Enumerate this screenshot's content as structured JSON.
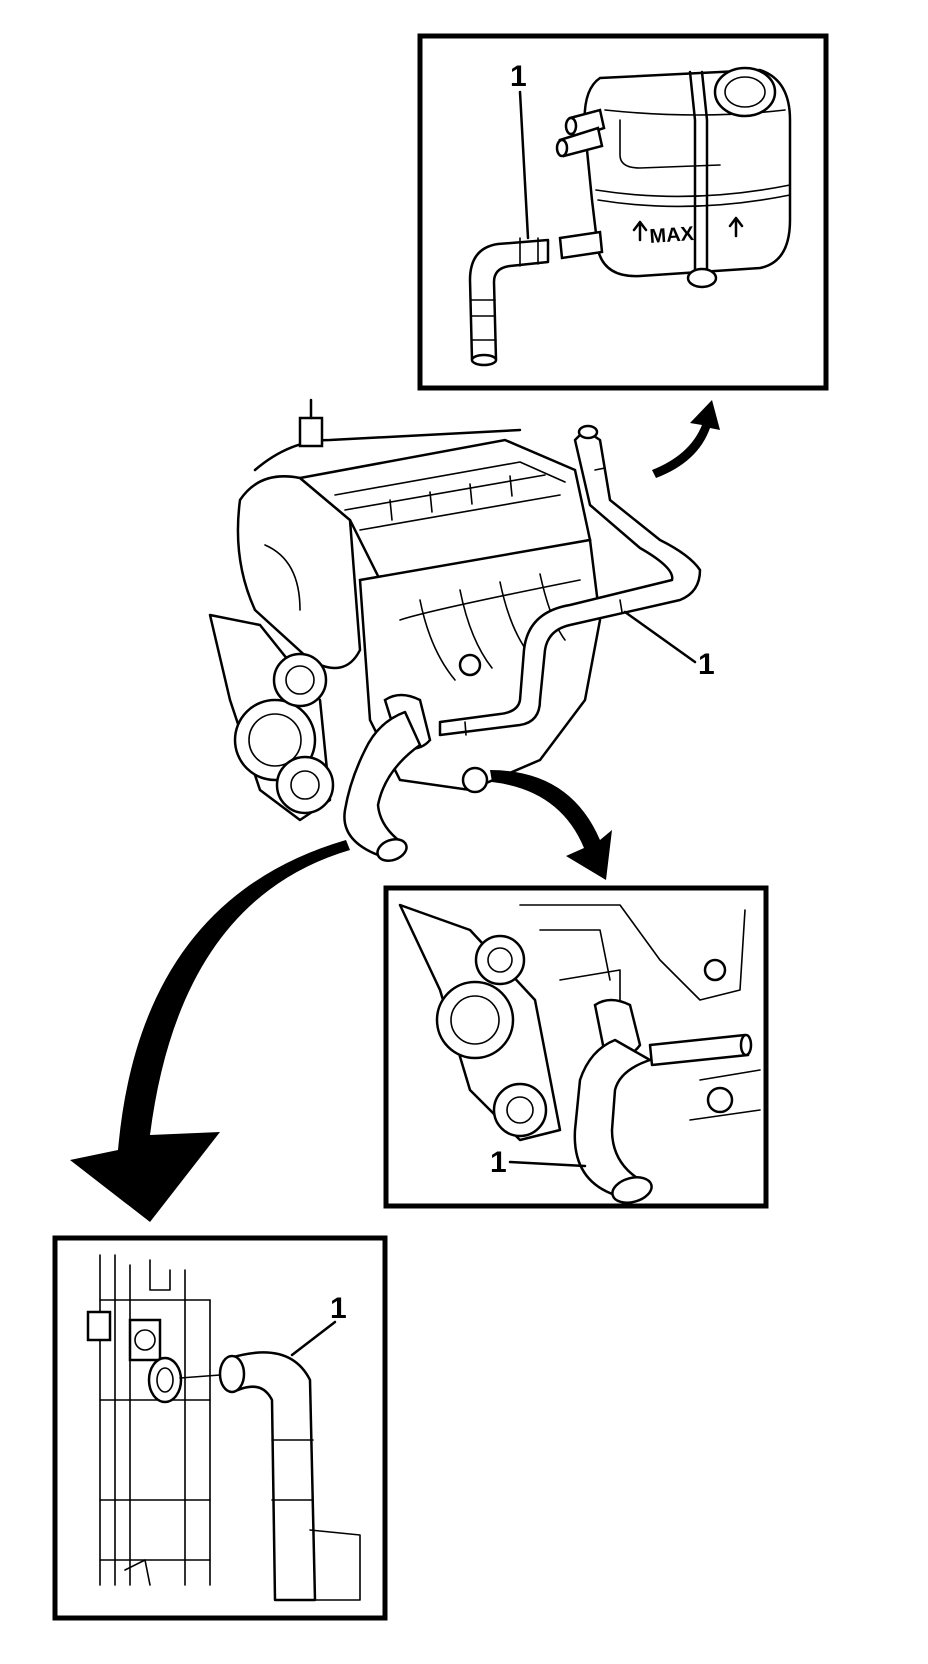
{
  "diagram": {
    "callouts": {
      "reservoir_inset": "1",
      "main_engine": "1",
      "engine_outlet_inset": "1",
      "radiator_inset": "1"
    },
    "reservoir_label": "MAX",
    "colors": {
      "line": "#000000",
      "background": "#ffffff"
    }
  }
}
